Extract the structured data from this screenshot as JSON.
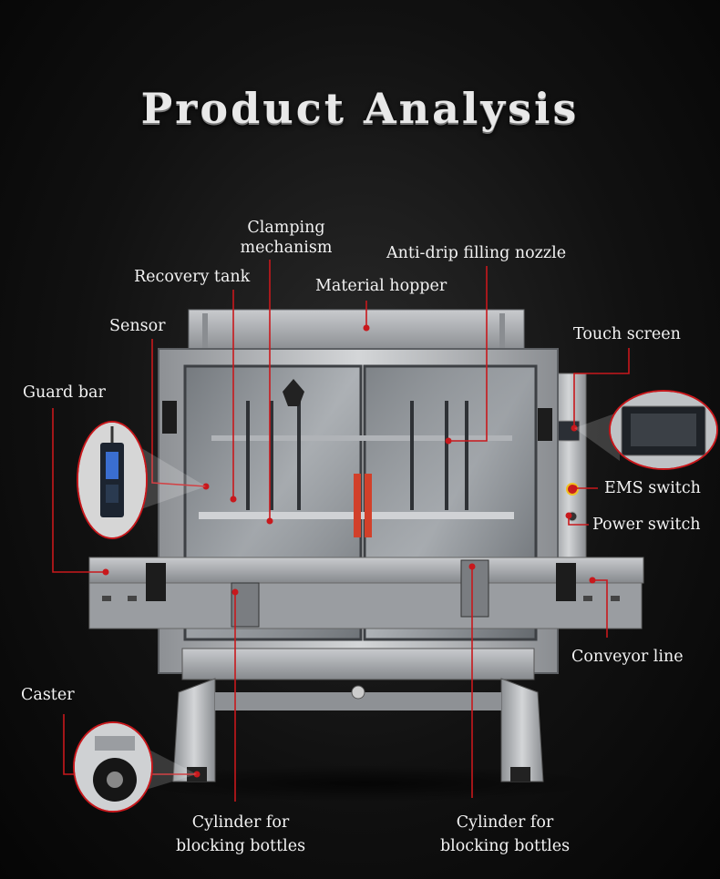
{
  "title": "Product Analysis",
  "labels": {
    "clamping": "Clamping\nmechanism",
    "clamping_l1": "Clamping",
    "clamping_l2": "mechanism",
    "anti_drip": "Anti-drip filling nozzle",
    "recovery_tank": "Recovery tank",
    "material_hopper": "Material hopper",
    "sensor": "Sensor",
    "touch_screen": "Touch screen",
    "guard_bar": "Guard bar",
    "ems_switch": "EMS switch",
    "power_switch": "Power switch",
    "conveyor_line": "Conveyor line",
    "caster": "Caster",
    "cylinder_left_l1": "Cylinder for",
    "cylinder_left_l2": "blocking bottles",
    "cylinder_right_l1": "Cylinder for",
    "cylinder_right_l2": "blocking bottles"
  },
  "colors": {
    "callout_line": "#c8181c",
    "label_text": "#f2f2f2",
    "machine_steel": "#b9bcbf",
    "background": "#111111"
  },
  "icons": {
    "sensor_detail": "sensor-closeup-icon",
    "screen_detail": "touch-screen-closeup-icon",
    "caster_detail": "caster-wheel-closeup-icon"
  }
}
